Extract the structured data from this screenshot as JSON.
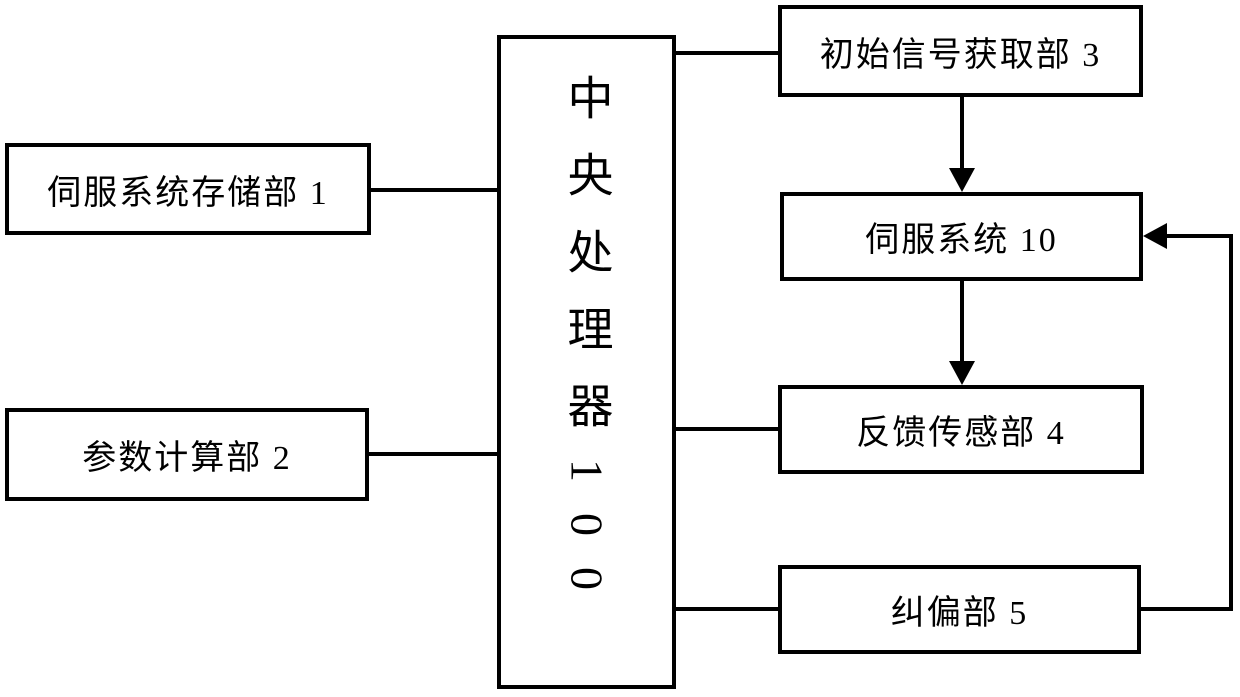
{
  "diagram": {
    "type": "block-diagram",
    "background_color": "#ffffff",
    "line_color": "#000000",
    "text_color": "#000000",
    "nodes": {
      "cpu": {
        "label": "中央处理器100",
        "orientation": "vertical"
      },
      "storage": {
        "label": "伺服系统存储部 1"
      },
      "param": {
        "label": "参数计算部 2"
      },
      "initial": {
        "label": "初始信号获取部 3"
      },
      "servo": {
        "label": "伺服系统 10"
      },
      "feedback": {
        "label": "反馈传感部 4"
      },
      "correction": {
        "label": "纠偏部 5"
      }
    },
    "edges": [
      {
        "from": "storage",
        "to": "cpu",
        "arrow": "none"
      },
      {
        "from": "param",
        "to": "cpu",
        "arrow": "none"
      },
      {
        "from": "cpu",
        "to": "initial",
        "arrow": "none"
      },
      {
        "from": "cpu",
        "to": "feedback",
        "arrow": "none"
      },
      {
        "from": "cpu",
        "to": "correction",
        "arrow": "none"
      },
      {
        "from": "initial",
        "to": "servo",
        "arrow": "to"
      },
      {
        "from": "servo",
        "to": "feedback",
        "arrow": "to"
      },
      {
        "from": "correction",
        "to": "servo",
        "arrow": "to",
        "route": "right-feedback-loop"
      }
    ]
  }
}
